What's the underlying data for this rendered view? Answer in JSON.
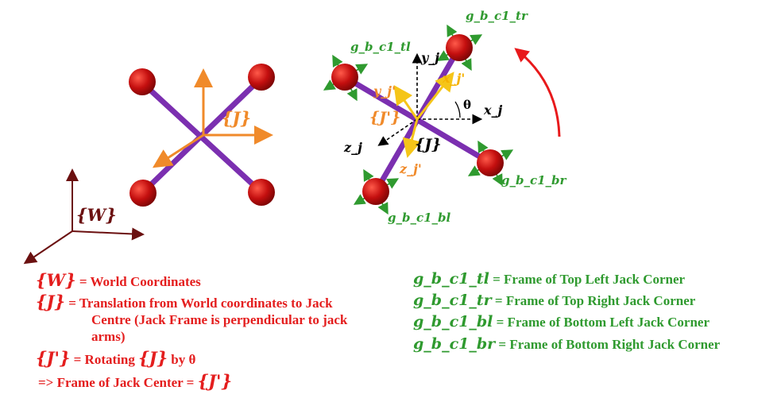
{
  "colors": {
    "arm": "#7b2fb0",
    "ball": "#c40f0f",
    "orange": "#f08a2a",
    "yellow": "#f5c518",
    "world": "#6b1010",
    "green": "#2f9a2f",
    "red_text": "#e41e1e",
    "arrow_red": "#e8191b"
  },
  "diagram": {
    "world_label": "{W}",
    "left_jack_label": "{J}",
    "right_axes": {
      "x": "x_j",
      "y": "y_j",
      "z": "z_j"
    },
    "right_rotated_axes": {
      "x": "x_j'",
      "y": "y_j'",
      "z": "z_j'"
    },
    "right_frame_J": "{J}",
    "right_frame_Jprime": "{J'}",
    "theta": "θ",
    "corner_tl": "g_b_c1_tl",
    "corner_tr": "g_b_c1_tr",
    "corner_bl": "g_b_c1_bl",
    "corner_br": "g_b_c1_br"
  },
  "legend_left": {
    "w_sym": "{W}",
    "w_text": "= World Coordinates",
    "j_sym": "{J}",
    "j_text1": "= Translation from World coordinates to Jack",
    "j_text2": "Centre  (Jack Frame is perpendicular to jack",
    "j_text3": "arms)",
    "jp_sym": "{J'}",
    "jp_eq": "= Rotating",
    "jp_sym2": "{J}",
    "jp_by": "by θ",
    "center_prefix": "=> Frame of Jack Center =",
    "center_sym": "{J'}"
  },
  "legend_right": {
    "tl_sym": "g_b_c1_tl",
    "tl_text": "= Frame of Top Left Jack Corner",
    "tr_sym": "g_b_c1_tr",
    "tr_text": "= Frame of Top Right Jack Corner",
    "bl_sym": "g_b_c1_bl",
    "bl_text": "= Frame of Bottom Left Jack Corner",
    "br_sym": "g_b_c1_br",
    "br_text": "= Frame of Bottom Right Jack Corner"
  }
}
